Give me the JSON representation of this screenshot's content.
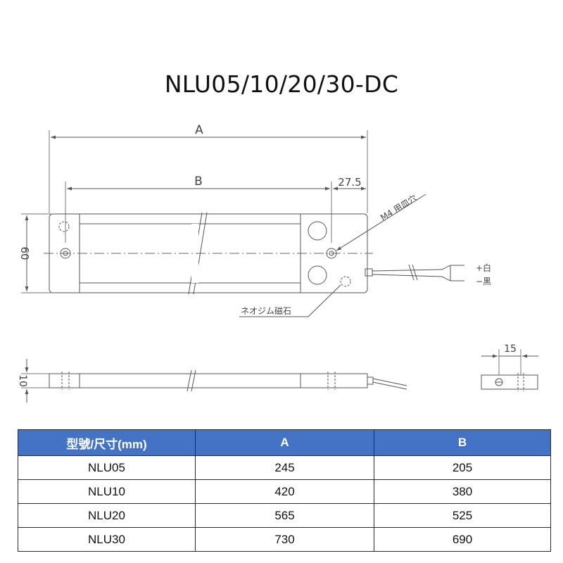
{
  "title": "NLU05/10/20/30-DC",
  "dimensions": {
    "a": "A",
    "b": "B",
    "offset": "27.5",
    "height": "60",
    "thickness": "10",
    "side_width": "15"
  },
  "callouts": {
    "mount_hole": "M4 用皿穴",
    "magnet": "ネオジム磁石",
    "wire_positive": "+白",
    "wire_negative": "−黒"
  },
  "table": {
    "headers": [
      "型號/尺寸(mm)",
      "A",
      "B"
    ],
    "rows": [
      [
        "NLU05",
        "245",
        "205"
      ],
      [
        "NLU10",
        "420",
        "380"
      ],
      [
        "NLU20",
        "565",
        "525"
      ],
      [
        "NLU30",
        "730",
        "690"
      ]
    ]
  },
  "colors": {
    "header_bg": "#4472c4",
    "line": "#555555"
  }
}
